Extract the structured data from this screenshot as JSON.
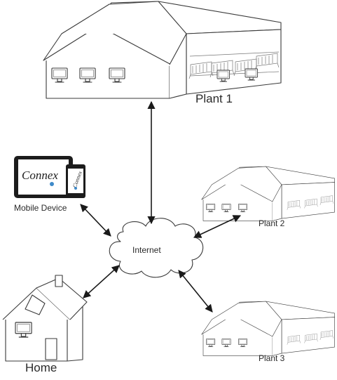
{
  "nodes": {
    "plant1": {
      "label": "Plant 1"
    },
    "plant2": {
      "label": "Plant 2"
    },
    "plant3": {
      "label": "Plant 3"
    },
    "mobile": {
      "label": "Mobile Device"
    },
    "home": {
      "label": "Home"
    },
    "internet": {
      "label": "Internet"
    }
  },
  "logo_text": "Connex",
  "connections": [
    {
      "from": "internet",
      "to": "plant1",
      "bidirectional": true
    },
    {
      "from": "internet",
      "to": "plant2",
      "bidirectional": true
    },
    {
      "from": "internet",
      "to": "plant3",
      "bidirectional": true
    },
    {
      "from": "internet",
      "to": "mobile",
      "bidirectional": true
    },
    {
      "from": "internet",
      "to": "home",
      "bidirectional": true
    }
  ]
}
